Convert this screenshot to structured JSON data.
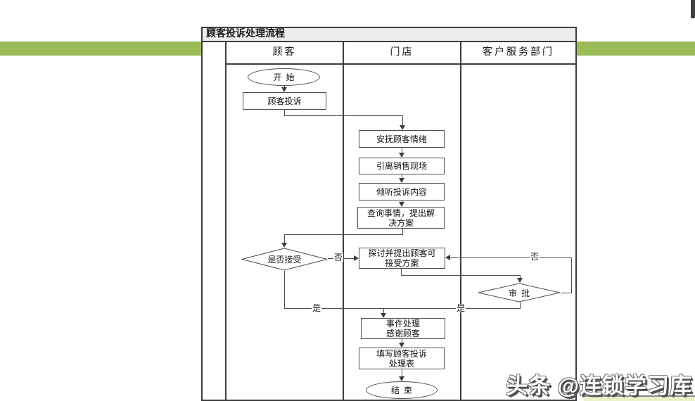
{
  "colors": {
    "accent_green": "#9BBB59",
    "corner_block": "#3F3F3F",
    "bottom_strip": "#EAF0C8",
    "line": "#4D4D4D"
  },
  "watermark": "头条 @连锁学习库",
  "diagram": {
    "title": "顾客投诉处理流程",
    "columns": [
      "顾客",
      "门店",
      "客户服务部门"
    ],
    "nodes": {
      "start": "开始",
      "complaint": "顾客投诉",
      "soothe": "安抚顾客情绪",
      "lead_away": "引离销售现场",
      "listen": "倾听投诉内容",
      "inquire": [
        "查询事情，提出解",
        "决方案"
      ],
      "accept_decision": "是否接受",
      "discuss": [
        "探讨并提出顾客可",
        "接受方案"
      ],
      "approve": "审批",
      "handle": [
        "事件处理",
        "感谢顾客"
      ],
      "fill_form": [
        "填写顾客投诉",
        "处理表"
      ],
      "end": "结束"
    },
    "edge_labels": {
      "yes": "是",
      "no": "否"
    }
  }
}
